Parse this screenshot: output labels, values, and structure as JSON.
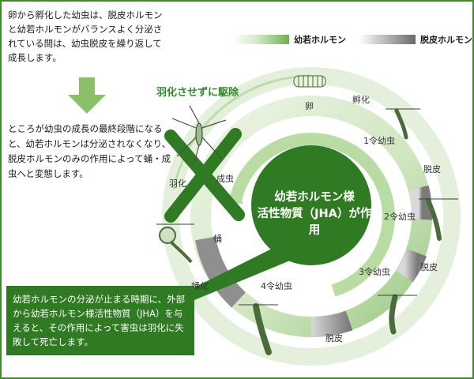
{
  "texts": {
    "intro": "卵から孵化した幼虫は、脱皮ホルモンと幼若ホルモンがバランスよく分泌されている間は、幼虫脱皮を繰り返して成長します。",
    "middle": "ところが幼虫の成長の最終段階になると、幼若ホルモンは分泌されなくなり、脱皮ホルモンのみの作用によって蛹・成虫へと変態します。",
    "escape_title": "羽化させずに駆除",
    "center_line1": "幼若ホルモン様",
    "center_line2": "活性物質（JHA）が作用",
    "bottom_box": "幼若ホルモンの分泌が止まる時期に、外部から幼若ホルモン様活性物質（JHA）を与えると、その作用によって害虫は羽化に失敗して死亡します。"
  },
  "legend": {
    "juvenile": "幼若ホルモン",
    "molting": "脱皮ホルモン"
  },
  "stages": {
    "egg": "卵",
    "hatch": "孵化",
    "instar1": "1令幼虫",
    "molt1": "脱皮",
    "instar2": "2令幼虫",
    "molt2": "脱皮",
    "instar3": "3令幼虫",
    "molt3": "脱皮",
    "instar4": "4令幼虫",
    "pupation": "蛹化",
    "pupa": "蛹",
    "emergence": "羽化",
    "adult": "成虫"
  },
  "colors": {
    "dark_green": "#2f7a22",
    "accent_green": "#2f8a2a",
    "light_green": "#cfe5bf",
    "gray": "#8a8a8a"
  }
}
